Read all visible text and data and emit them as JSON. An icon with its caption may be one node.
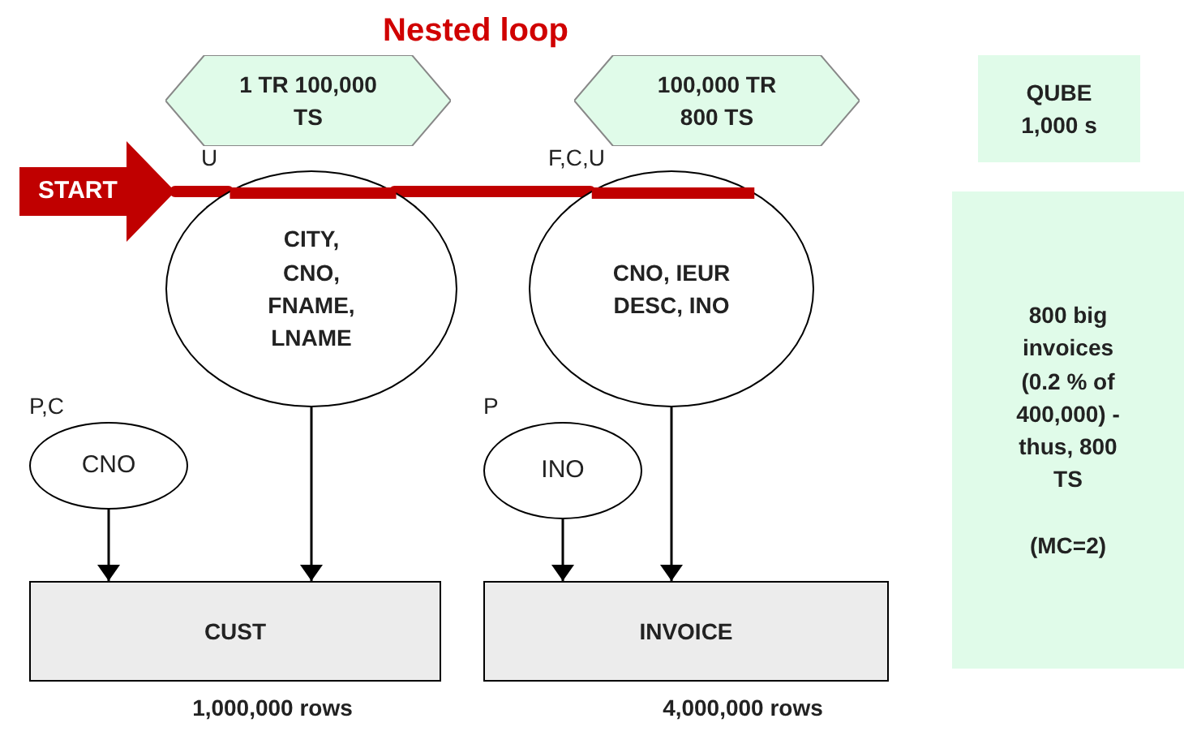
{
  "diagram": {
    "title": "Nested loop",
    "nodes": [
      {
        "text": [
          "1 TR 100,000 TS"
        ]
      },
      {
        "text": [
          "100,000 TR 800 TS"
        ]
      },
      {
        "text": [
          "QUBE 1,000 s"
        ]
      },
      {
        "text": [
          "START"
        ]
      },
      {
        "text": [
          "CITY, CNO, FNAME, LNAME"
        ],
        "beside": [
          "U"
        ]
      },
      {
        "text": [
          "CNO, IEUR DESC, INO"
        ],
        "beside": [
          "F,C,U"
        ]
      },
      {
        "text": [
          "CNO"
        ],
        "beside": [
          "P,C"
        ]
      },
      {
        "text": [
          "INO"
        ],
        "beside": [
          "P"
        ]
      },
      {
        "text": [
          "CUST"
        ],
        "beside": [
          "1,000,000 rows"
        ]
      },
      {
        "text": [
          "INVOICE"
        ],
        "beside": [
          "4,000,000 rows"
        ]
      },
      {
        "text": [
          "800 big invoices (0.2 % of 400,000) - thus, 800 TS",
          "(MC=2)"
        ]
      }
    ],
    "edges": [
      {
        "from": 3,
        "to": 4,
        "arrow": "none",
        "style": "thick",
        "color": "#c00000"
      },
      {
        "from": 4,
        "to": 5,
        "arrow": "none",
        "style": "thick",
        "color": "#c00000"
      },
      {
        "from": 6,
        "to": 8,
        "arrow": "to"
      },
      {
        "from": 4,
        "to": 8,
        "arrow": "to"
      },
      {
        "from": 7,
        "to": 9,
        "arrow": "to"
      },
      {
        "from": 5,
        "to": 9,
        "arrow": "to"
      }
    ]
  }
}
